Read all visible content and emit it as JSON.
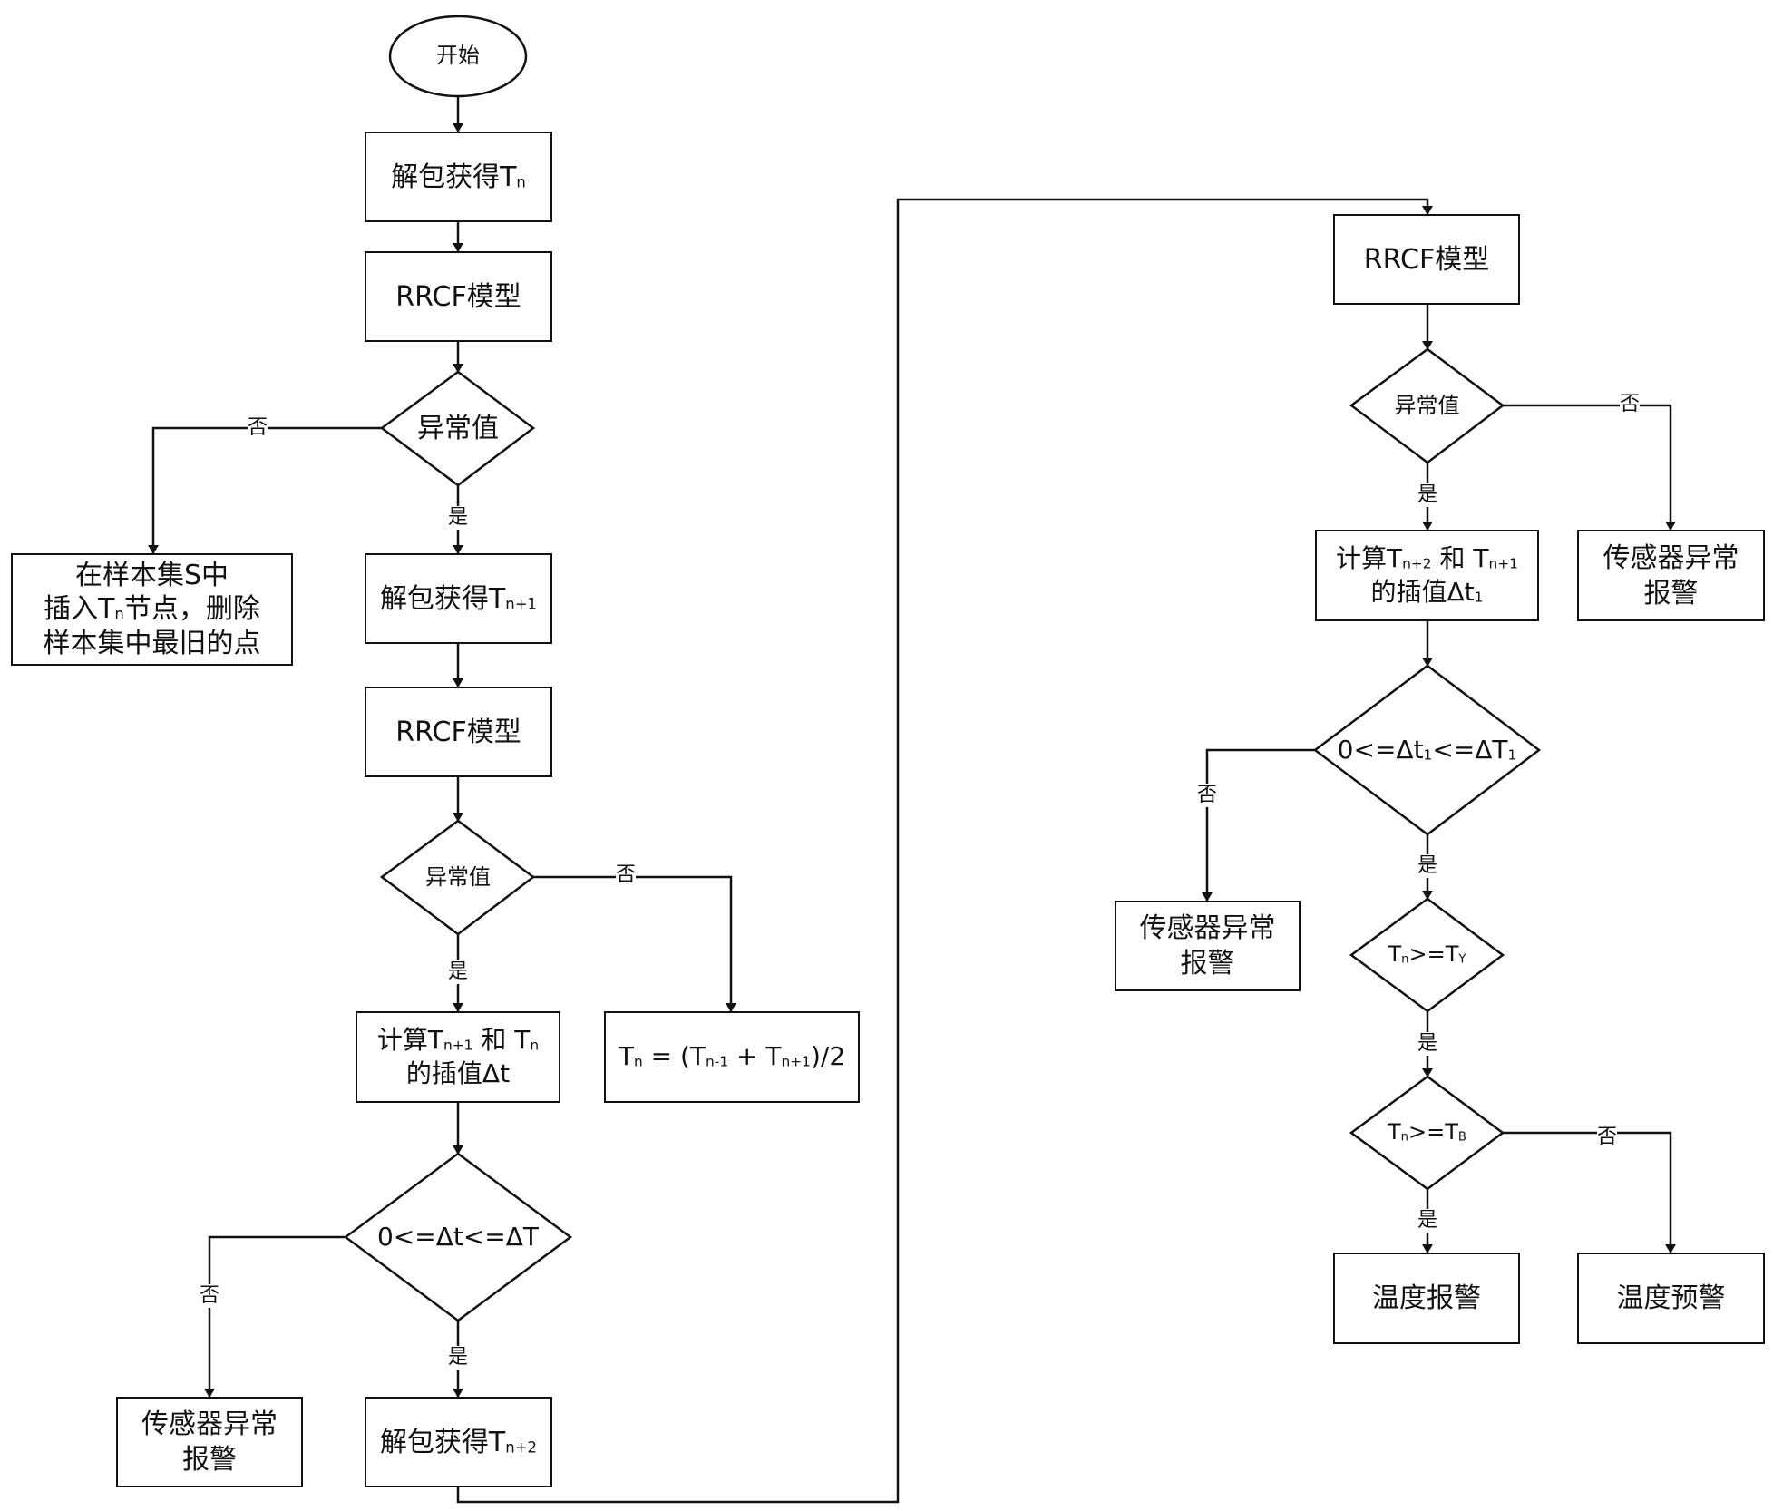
{
  "nodes": {
    "start": "开始",
    "unpack_tn": {
      "main": "解包获得T",
      "sub": "n"
    },
    "rrcf_1": "RRCF模型",
    "anomaly_1": "异常值",
    "insert_sample": {
      "line1": "在样本集S中",
      "line2_a": "插入T",
      "line2_sub": "n",
      "line2_b": "节点，删除",
      "line3": "样本集中最旧的点"
    },
    "unpack_tn1": {
      "main": "解包获得T",
      "sub": "n+1"
    },
    "rrcf_2": "RRCF模型",
    "anomaly_2": "异常值",
    "calc_dt": {
      "a": "计算T",
      "sub1": "n+1",
      "b": " 和 T",
      "sub2": "n",
      "line2": "的插值Δt"
    },
    "replace_tn": {
      "t": "T",
      "sub_n": "n",
      "eq": " = (T",
      "sub_n1": "n-1",
      "plus": " + T",
      "sub_np1": "n+1",
      "end": ")/2"
    },
    "range_check_1": "0<=Δt<=ΔT",
    "sensor_alarm_1": {
      "line1": "传感器异常",
      "line2": "报警"
    },
    "unpack_tn2": {
      "main": "解包获得T",
      "sub": "n+2"
    },
    "rrcf_3": "RRCF模型",
    "anomaly_3": "异常值",
    "sensor_alarm_2": {
      "line1": "传感器异常",
      "line2": "报警"
    },
    "calc_dt1": {
      "a": "计算T",
      "sub1": "n+2",
      "b": " 和 T",
      "sub2": "n+1",
      "line2_a": "的插值Δt",
      "line2_sub": "1"
    },
    "range_check_2": {
      "a": "0<=Δt",
      "sub1": "1",
      "b": "<=ΔT",
      "sub2": "1"
    },
    "sensor_alarm_3": {
      "line1": "传感器异常",
      "line2": "报警"
    },
    "compare_ty": {
      "a": "T",
      "sub1": "n",
      "b": ">=T",
      "sub2": "Y"
    },
    "compare_tb": {
      "a": "T",
      "sub1": "n",
      "b": ">=T",
      "sub2": "B"
    },
    "temp_alarm": "温度报警",
    "temp_warning": "温度预警"
  },
  "edge_labels": {
    "yes": "是",
    "no": "否"
  }
}
